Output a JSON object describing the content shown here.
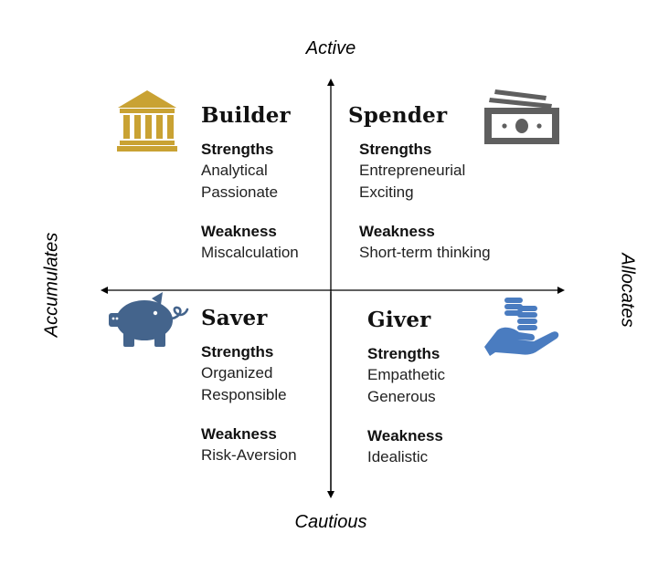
{
  "axes": {
    "top": "Active",
    "bottom": "Cautious",
    "left": "Accumulates",
    "right": "Allocates"
  },
  "quadrants": {
    "builder": {
      "title": "Builder",
      "strengths_label": "Strengths",
      "strengths": [
        "Analytical",
        "Passionate"
      ],
      "weakness_label": "Weakness",
      "weakness": [
        "Miscalculation"
      ],
      "icon": "bank-building-icon",
      "icon_color": "#C9A233"
    },
    "spender": {
      "title": "Spender",
      "strengths_label": "Strengths",
      "strengths": [
        "Entrepreneurial",
        "Exciting"
      ],
      "weakness_label": "Weakness",
      "weakness": [
        "Short-term thinking"
      ],
      "icon": "cash-bills-icon",
      "icon_color": "#5F5F5F"
    },
    "saver": {
      "title": "Saver",
      "strengths_label": "Strengths",
      "strengths": [
        "Organized",
        "Responsible"
      ],
      "weakness_label": "Weakness",
      "weakness": [
        "Risk-Aversion"
      ],
      "icon": "piggy-bank-icon",
      "icon_color": "#44648C"
    },
    "giver": {
      "title": "Giver",
      "strengths_label": "Strengths",
      "strengths": [
        "Empathetic",
        "Generous"
      ],
      "weakness_label": "Weakness",
      "weakness": [
        "Idealistic"
      ],
      "icon": "hand-coins-icon",
      "icon_color": "#4A7CC0"
    }
  }
}
